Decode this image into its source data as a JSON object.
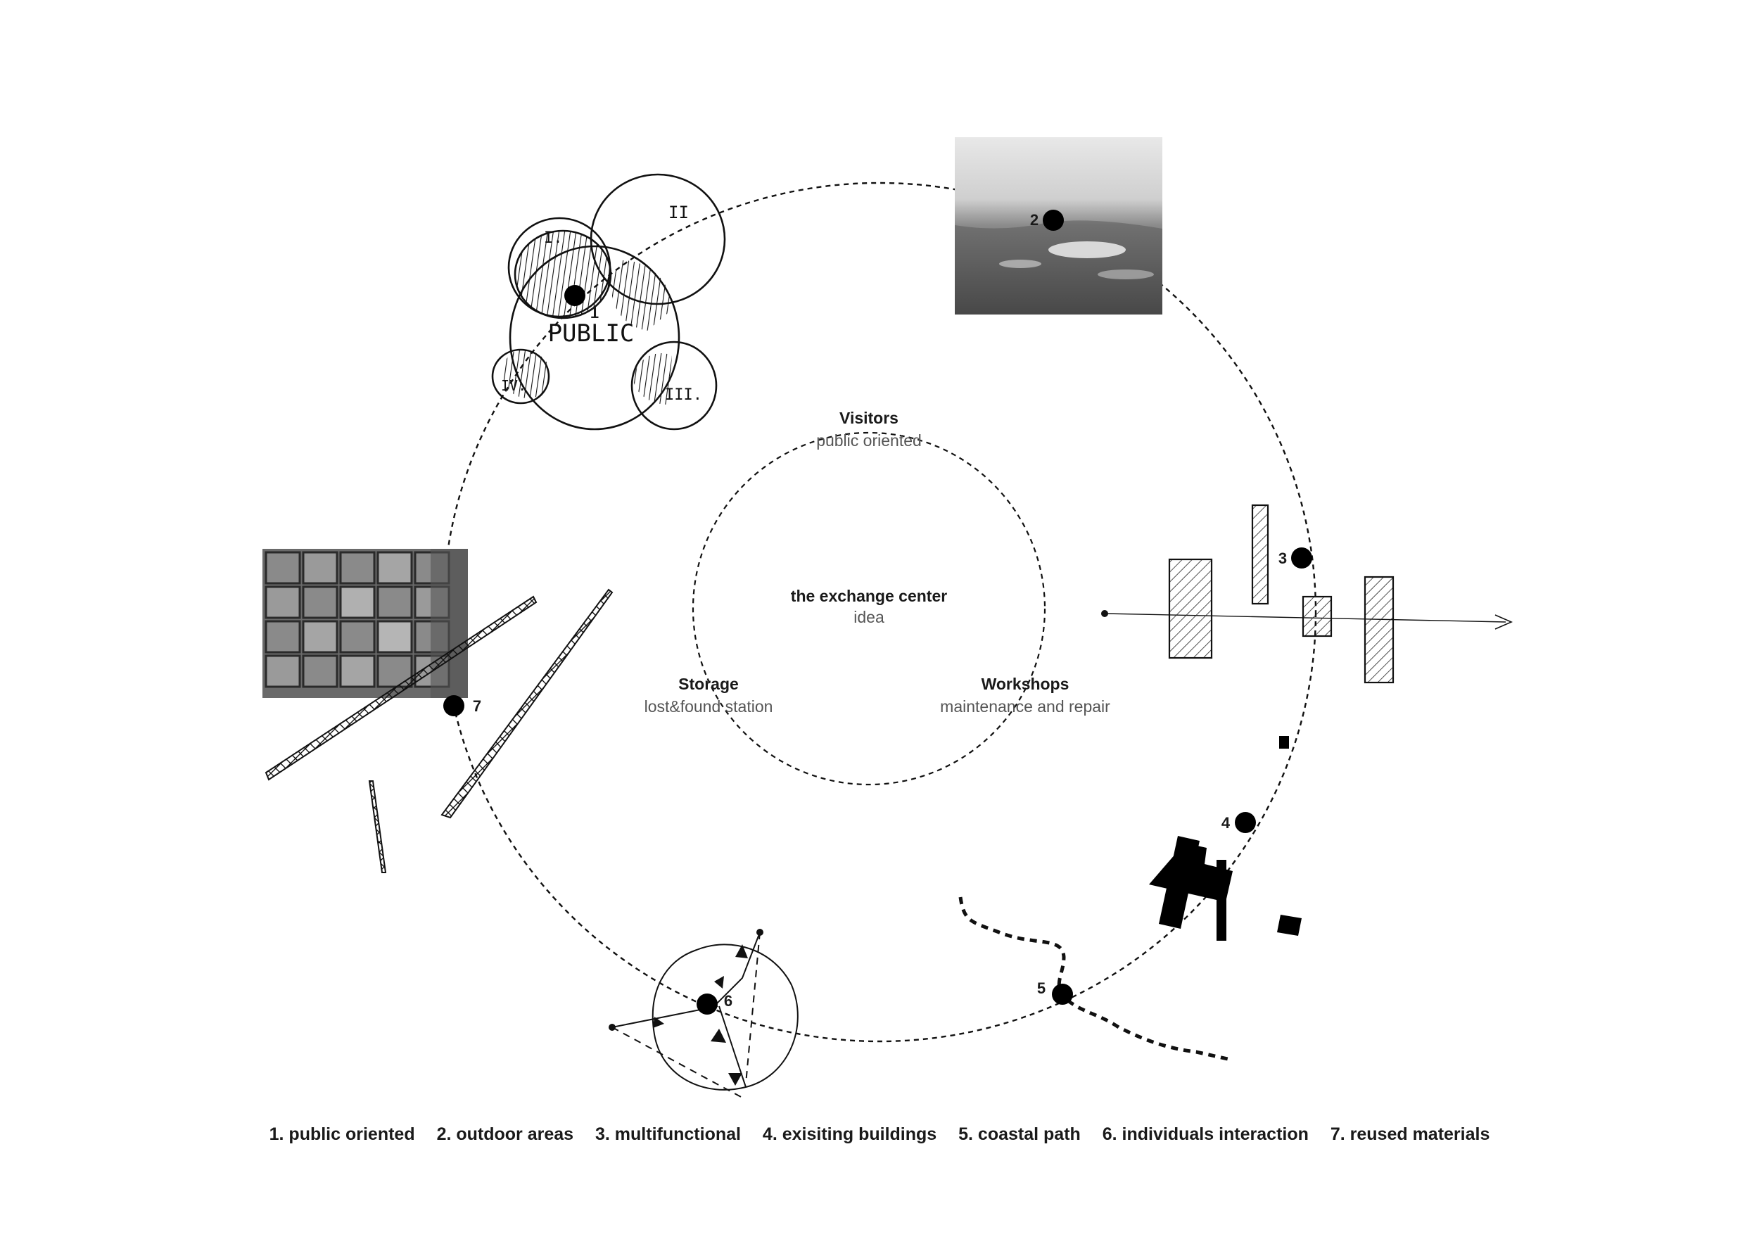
{
  "center": {
    "title": "the exchange center",
    "subtitle": "idea"
  },
  "zones": {
    "top": {
      "title": "Visitors",
      "subtitle": "public oriented"
    },
    "left": {
      "title": "Storage",
      "subtitle": "lost&found station"
    },
    "right": {
      "title": "Workshops",
      "subtitle": "maintenance and repair"
    }
  },
  "nodes": [
    {
      "label": "1"
    },
    {
      "label": "2"
    },
    {
      "label": "3"
    },
    {
      "label": "4"
    },
    {
      "label": "5"
    },
    {
      "label": "6"
    },
    {
      "label": "7"
    }
  ],
  "sketch": {
    "public": "PUBLIC",
    "roman": [
      "I.",
      "II",
      "III.",
      "IV."
    ]
  },
  "legend": [
    "1. public oriented",
    "2. outdoor areas",
    "3. multifunctional",
    "4. exisiting buildings",
    "5. coastal path",
    "6. individuals interaction",
    "7. reused materials"
  ],
  "colors": {
    "ink": "#111111",
    "text": "#1a1a1a",
    "muted": "#555555"
  }
}
